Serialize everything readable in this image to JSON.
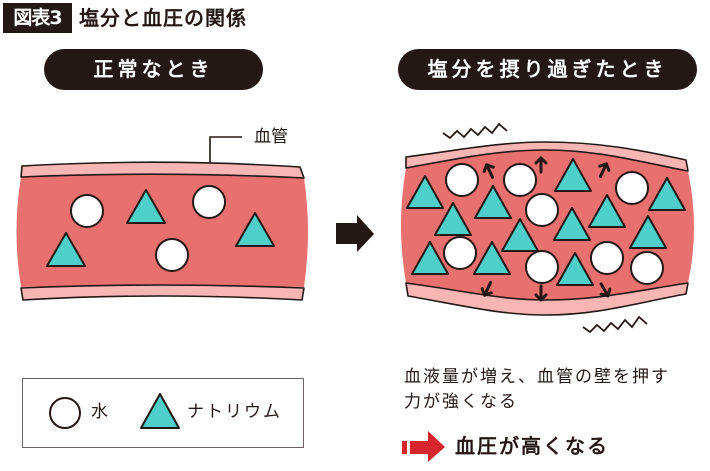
{
  "header": {
    "badge": "図表3",
    "title": "塩分と血圧の関係"
  },
  "panels": {
    "normal": {
      "label": "正常なとき"
    },
    "excess_salt": {
      "label": "塩分を摂り過ぎたとき"
    }
  },
  "annotations": {
    "vessel_label": "血管"
  },
  "legend": {
    "water_label": "水",
    "sodium_label": "ナトリウム"
  },
  "explanation": {
    "line1": "血液量が増え、血管の壁を押す",
    "line2": "力が強くなる",
    "result": "血圧が高くなる"
  },
  "counts": {
    "normal_water": 3,
    "normal_sodium": 3,
    "excess_water": 8,
    "excess_sodium": 12
  },
  "colors": {
    "dark": "#231815",
    "lumen": "#e8706f",
    "wall": "#f7b5b4",
    "sodium": "#4fcfca",
    "water": "#ffffff",
    "result_arrow": "#d7252e"
  }
}
